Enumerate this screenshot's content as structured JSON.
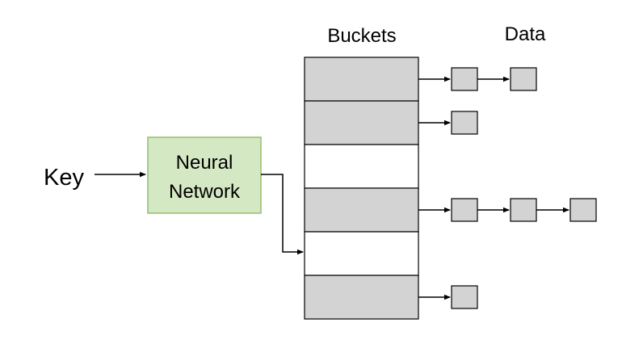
{
  "labels": {
    "buckets": "Buckets",
    "data": "Data",
    "key": "Key",
    "network_line1": "Neural",
    "network_line2": "Network"
  },
  "buckets": [
    {
      "filled": true,
      "data_nodes": 2
    },
    {
      "filled": true,
      "data_nodes": 1
    },
    {
      "filled": false,
      "data_nodes": 0
    },
    {
      "filled": true,
      "data_nodes": 3
    },
    {
      "filled": false,
      "data_nodes": 0
    },
    {
      "filled": true,
      "data_nodes": 1
    }
  ],
  "colors": {
    "network_fill": "#d5e8c4",
    "network_stroke": "#93bd6b",
    "bucket_fill": "#d3d3d3",
    "empty_bucket_fill": "#ffffff",
    "node_fill": "#d3d3d3",
    "stroke": "#000000"
  }
}
